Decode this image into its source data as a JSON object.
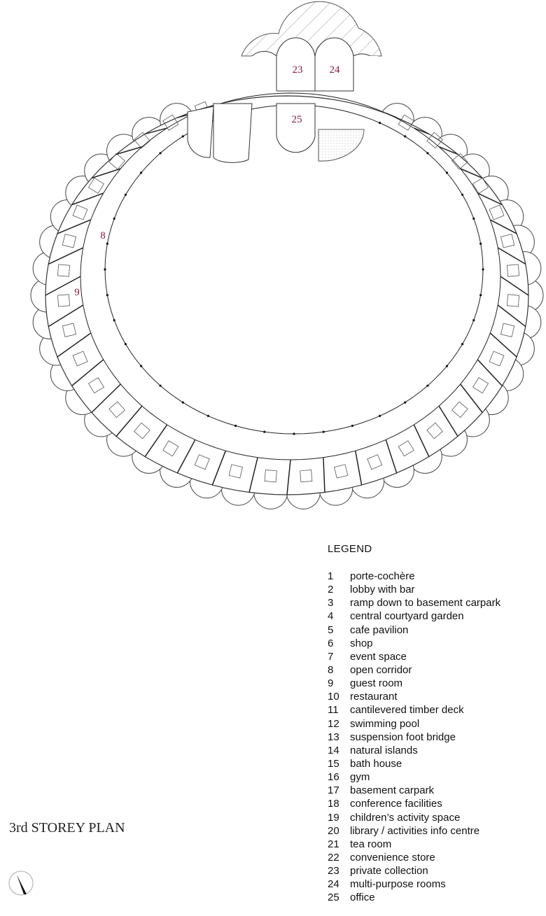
{
  "plan_title": "3rd STOREY PLAN",
  "room_labels": {
    "r8": "8",
    "r9": "9",
    "r23": "23",
    "r24": "24",
    "r25": "25"
  },
  "legend": {
    "title": "LEGEND",
    "items": [
      {
        "num": "1",
        "label": "porte-cochère"
      },
      {
        "num": "2",
        "label": "lobby with bar"
      },
      {
        "num": "3",
        "label": "ramp down to basement carpark"
      },
      {
        "num": "4",
        "label": "central courtyard garden"
      },
      {
        "num": "5",
        "label": "cafe pavilion"
      },
      {
        "num": "6",
        "label": "shop"
      },
      {
        "num": "7",
        "label": "event space"
      },
      {
        "num": "8",
        "label": "open corridor"
      },
      {
        "num": "9",
        "label": "guest room"
      },
      {
        "num": "10",
        "label": "restaurant"
      },
      {
        "num": "11",
        "label": "cantilevered timber deck"
      },
      {
        "num": "12",
        "label": "swimming pool"
      },
      {
        "num": "13",
        "label": "suspension foot bridge"
      },
      {
        "num": "14",
        "label": "natural islands"
      },
      {
        "num": "15",
        "label": "bath house"
      },
      {
        "num": "16",
        "label": "gym"
      },
      {
        "num": "17",
        "label": "basement carpark"
      },
      {
        "num": "18",
        "label": "conference facilities"
      },
      {
        "num": "19",
        "label": "children’s activity space"
      },
      {
        "num": "20",
        "label": "library / activities info centre"
      },
      {
        "num": "21",
        "label": "tea room"
      },
      {
        "num": "22",
        "label": "convenience store"
      },
      {
        "num": "23",
        "label": "private collection"
      },
      {
        "num": "24",
        "label": "multi-purpose rooms"
      },
      {
        "num": "25",
        "label": "office"
      }
    ]
  },
  "colors": {
    "label": "#8b1a3a",
    "line": "#222222",
    "hatch": "#999999"
  },
  "icons": {
    "compass": "north-arrow-icon"
  }
}
